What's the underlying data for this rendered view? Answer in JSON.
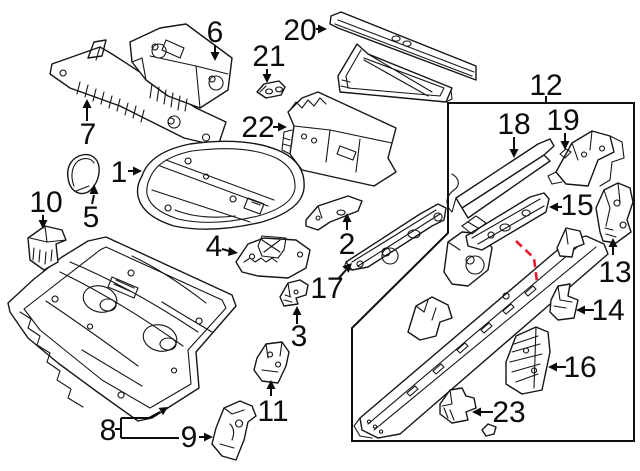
{
  "diagram": {
    "background_color": "#ffffff",
    "line_color": "#161616",
    "highlight_color": "#e8192c",
    "group_box": {
      "label": "12"
    },
    "callouts": {
      "c1": {
        "label": "1"
      },
      "c2": {
        "label": "2"
      },
      "c3": {
        "label": "3"
      },
      "c4": {
        "label": "4"
      },
      "c5": {
        "label": "5"
      },
      "c6": {
        "label": "6"
      },
      "c7": {
        "label": "7"
      },
      "c8": {
        "label": "8"
      },
      "c9": {
        "label": "9"
      },
      "c10": {
        "label": "10"
      },
      "c11": {
        "label": "11"
      },
      "c12": {
        "label": "12"
      },
      "c13": {
        "label": "13"
      },
      "c14": {
        "label": "14"
      },
      "c15": {
        "label": "15"
      },
      "c16": {
        "label": "16"
      },
      "c17": {
        "label": "17"
      },
      "c18": {
        "label": "18"
      },
      "c19": {
        "label": "19"
      },
      "c20": {
        "label": "20"
      },
      "c21": {
        "label": "21"
      },
      "c22": {
        "label": "22"
      },
      "c23": {
        "label": "23"
      }
    }
  }
}
